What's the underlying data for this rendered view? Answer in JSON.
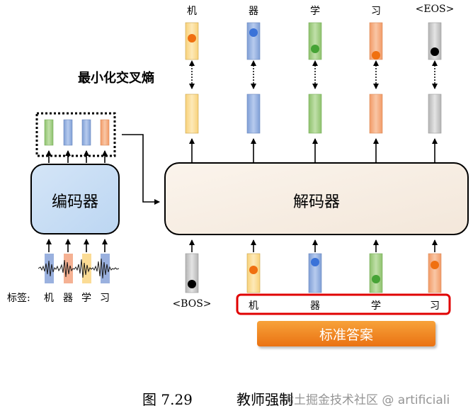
{
  "outputs": [
    "机",
    "器",
    "学",
    "习",
    "<EOS>"
  ],
  "loss_label": "最小化交叉熵",
  "encoder_label": "编码器",
  "decoder_label": "解码器",
  "decoder_inputs": [
    "<BOS>",
    "机",
    "器",
    "学",
    "习"
  ],
  "tags_label": "标签:",
  "tags": [
    "机",
    "器",
    "学",
    "习"
  ],
  "answer_label": "标准答案",
  "caption": {
    "figure": "图 7.29",
    "title": "教师强制"
  },
  "watermark": "稀土掘金技术社区 @ artificiali",
  "colors": {
    "yellow": "#fbe1a0",
    "blue": "#a7bfe8",
    "green": "#a9d18e",
    "salmon": "#f4b183",
    "gray": "#d0d0d0",
    "dot_orange": "#f07010",
    "dot_blue": "#3a72d8",
    "dot_green": "#46a336",
    "dot_black": "#000000",
    "answer_orange": "#f08a24",
    "highlight_red": "#e00000"
  }
}
